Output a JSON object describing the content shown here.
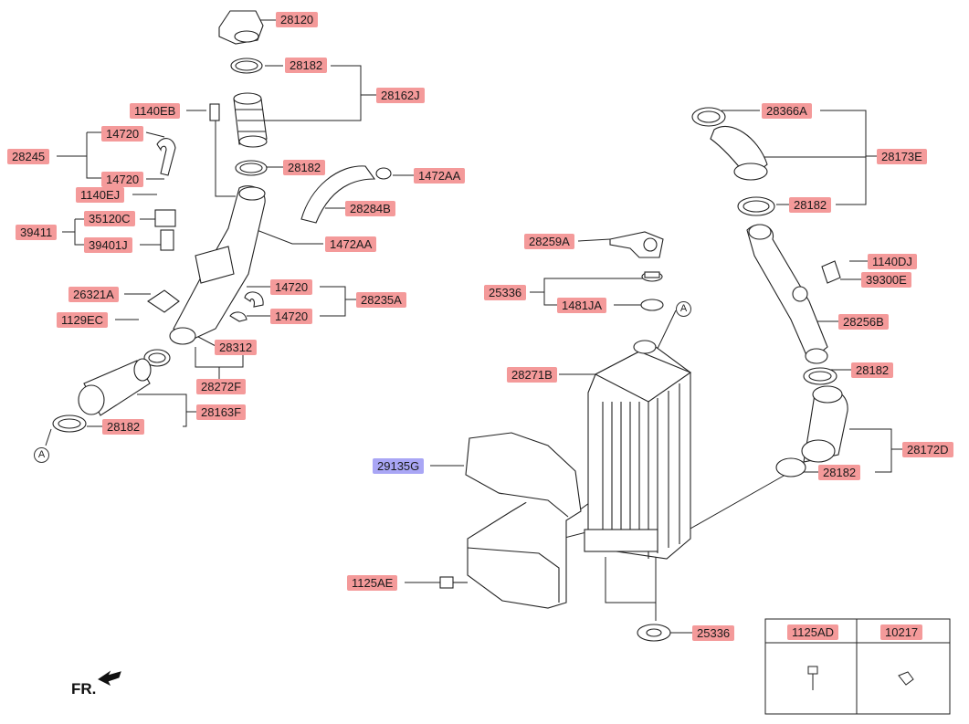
{
  "labels": [
    {
      "id": "l1",
      "text": "28120"
    },
    {
      "id": "l2",
      "text": "28182"
    },
    {
      "id": "l3",
      "text": "28162J"
    },
    {
      "id": "l4",
      "text": "1140EB"
    },
    {
      "id": "l5",
      "text": "14720"
    },
    {
      "id": "l6",
      "text": "28245"
    },
    {
      "id": "l7",
      "text": "28182"
    },
    {
      "id": "l8",
      "text": "14720"
    },
    {
      "id": "l9",
      "text": "1472AA"
    },
    {
      "id": "l10",
      "text": "1140EJ"
    },
    {
      "id": "l11",
      "text": "28284B"
    },
    {
      "id": "l12",
      "text": "35120C"
    },
    {
      "id": "l13",
      "text": "39411"
    },
    {
      "id": "l14",
      "text": "39401J"
    },
    {
      "id": "l15",
      "text": "1472AA"
    },
    {
      "id": "l16",
      "text": "14720"
    },
    {
      "id": "l17",
      "text": "26321A"
    },
    {
      "id": "l18",
      "text": "28235A"
    },
    {
      "id": "l19",
      "text": "1129EC"
    },
    {
      "id": "l20",
      "text": "14720"
    },
    {
      "id": "l21",
      "text": "28312"
    },
    {
      "id": "l22",
      "text": "28272F"
    },
    {
      "id": "l23",
      "text": "28163F"
    },
    {
      "id": "l24",
      "text": "28182"
    },
    {
      "id": "l25",
      "text": "28366A"
    },
    {
      "id": "l26",
      "text": "28173E"
    },
    {
      "id": "l27",
      "text": "28182"
    },
    {
      "id": "l28",
      "text": "28259A"
    },
    {
      "id": "l29",
      "text": "1140DJ"
    },
    {
      "id": "l30",
      "text": "39300E"
    },
    {
      "id": "l31",
      "text": "25336"
    },
    {
      "id": "l32",
      "text": "1481JA"
    },
    {
      "id": "l33",
      "text": "28256B"
    },
    {
      "id": "l34",
      "text": "28271B"
    },
    {
      "id": "l35",
      "text": "28182"
    },
    {
      "id": "l36",
      "text": "28172D"
    },
    {
      "id": "l37",
      "text": "28182"
    },
    {
      "id": "l38",
      "text": "29135G"
    },
    {
      "id": "l39",
      "text": "1125AE"
    },
    {
      "id": "l40",
      "text": "25336"
    }
  ],
  "callouts": {
    "a_left": "A",
    "a_right": "A"
  },
  "fr_label": "FR.",
  "table": {
    "col1": "1125AD",
    "col2": "10217"
  }
}
